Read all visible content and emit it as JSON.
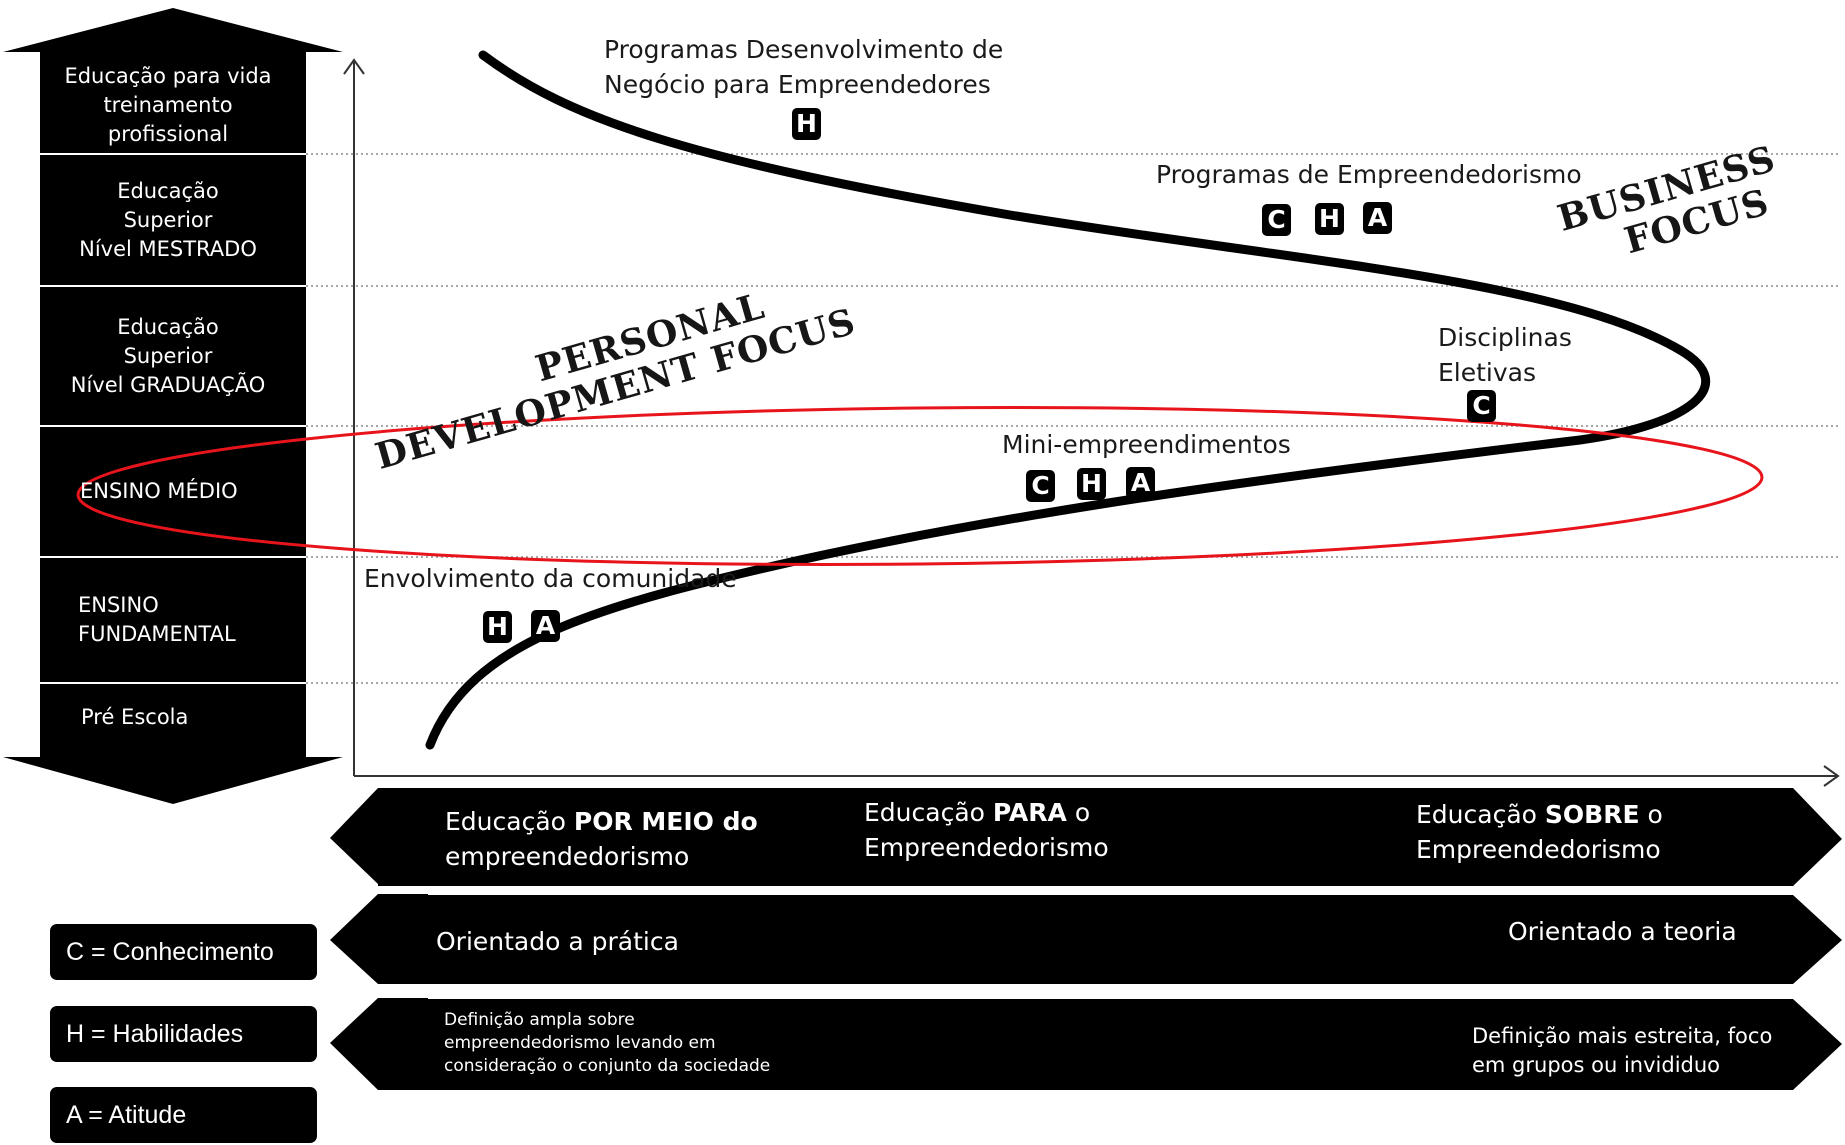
{
  "levels": [
    {
      "key": "vida",
      "text": "Educação para vida\ntreinamento\nprofissional"
    },
    {
      "key": "mestrado",
      "text": "Educação\nSuperior\nNível MESTRADO"
    },
    {
      "key": "graduacao",
      "text": "Educação\nSuperior\nNível GRADUAÇÃO"
    },
    {
      "key": "medio",
      "text": "ENSINO MÉDIO"
    },
    {
      "key": "fundamental",
      "text": "ENSINO\nFUNDAMENTAL"
    },
    {
      "key": "pre",
      "text": "Pré Escola"
    }
  ],
  "programs": {
    "desenvolvimento": {
      "label": "Programas Desenvolvimento de\nNegócio para Empreendedores",
      "badges": [
        "H"
      ]
    },
    "empreendedorismo": {
      "label": "Programas de Empreendedorismo",
      "badges": [
        "C",
        "H",
        "A"
      ]
    },
    "disciplinas": {
      "label": "Disciplinas\nEletivas",
      "badges": [
        "C"
      ]
    },
    "mini": {
      "label": "Mini-empreendimentos",
      "badges": [
        "C",
        "H",
        "A"
      ]
    },
    "comunidade": {
      "label": "Envolvimento da comunidade",
      "badges": [
        "H",
        "A"
      ]
    }
  },
  "focus": {
    "business": [
      "BUSINESS",
      "FOCUS"
    ],
    "personal": [
      "PERSONAL",
      "DEVELOPMENT FOCUS"
    ]
  },
  "bands": {
    "approach": {
      "left_prefix": "Educação ",
      "left_bold": "POR MEIO do",
      "left_rest": "empreendedorismo",
      "mid_prefix": "Educação ",
      "mid_bold": "PARA",
      "mid_suffix": " o",
      "mid_rest": "Empreendedorismo",
      "right_prefix": "Educação ",
      "right_bold": "SOBRE",
      "right_suffix": " o",
      "right_rest": "Empreendedorismo"
    },
    "orientation": {
      "left": "Orientado a prática",
      "right": "Orientado a teoria"
    },
    "definition": {
      "left_lines": [
        "Definição ampla sobre",
        "empreendedorismo levando em",
        "consideração o conjunto da sociedade"
      ],
      "right_lines": [
        "Definição mais estreita, foco",
        "em grupos ou invididuo"
      ]
    }
  },
  "legend": [
    {
      "key": "c",
      "text": "C = Conhecimento"
    },
    {
      "key": "h",
      "text": "H = Habilidades"
    },
    {
      "key": "a",
      "text": "A = Atitude"
    }
  ],
  "colors": {
    "ellipse": "#e8141c",
    "arrows": "#000000",
    "gridline": "#8a8a8a"
  }
}
